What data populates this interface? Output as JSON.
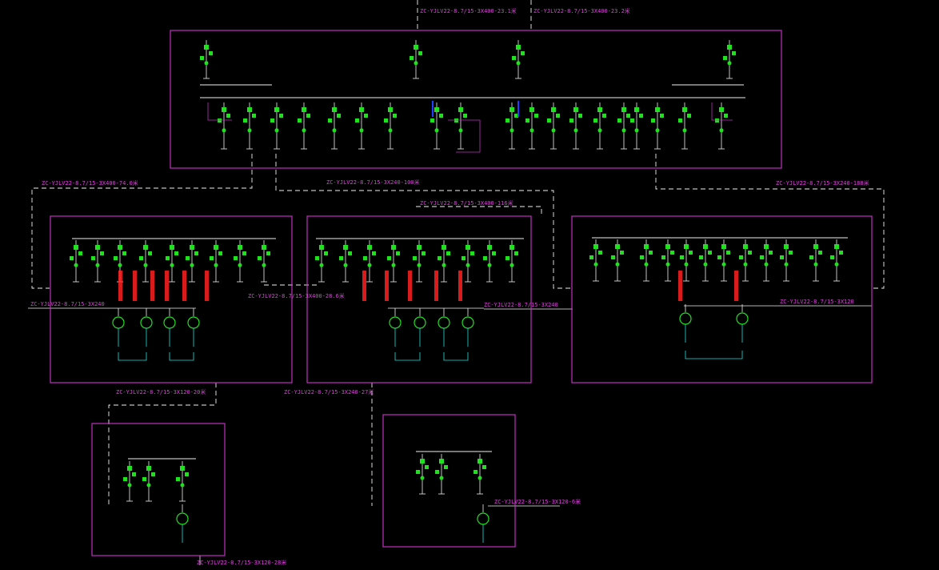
{
  "cable_labels": [
    "ZC-YJLV22-8.7/15-3X400-23.1米",
    "ZC-YJLV22-8.7/15-3X400-23.2米",
    "ZC-YJLV22-8.7/15-3X400-74.0米",
    "ZC-YJLV22-8.7/15-3X240-100米",
    "ZC-YJLV22-8.7/15-3X240-188米",
    "ZC-YJLV22-8.7/15-3X400-116米",
    "ZC-YJLV22-8.7/15-3X240",
    "ZC-YJLV22-8.7/15-3X400-28.6米",
    "ZC-YJLV22-8.7/15-3X240",
    "ZC-YJLV22-8.7/15-3X120",
    "ZC-YJLV22-8.7/15-3X120-20米",
    "ZC-YJLV22-8.7/15-3X240-27米",
    "ZC-YJLV22-8.7/15-3X120-6米",
    "ZC-YJLV22-8.7/15-3X120-28米"
  ],
  "colors": {
    "background": "#000000",
    "frame": "#c030c0",
    "wire": "#f0f0f0",
    "device": "#20e020",
    "highlight": "#ff2020",
    "cable_text": "#e040e0",
    "incoming": "#2040ff"
  }
}
